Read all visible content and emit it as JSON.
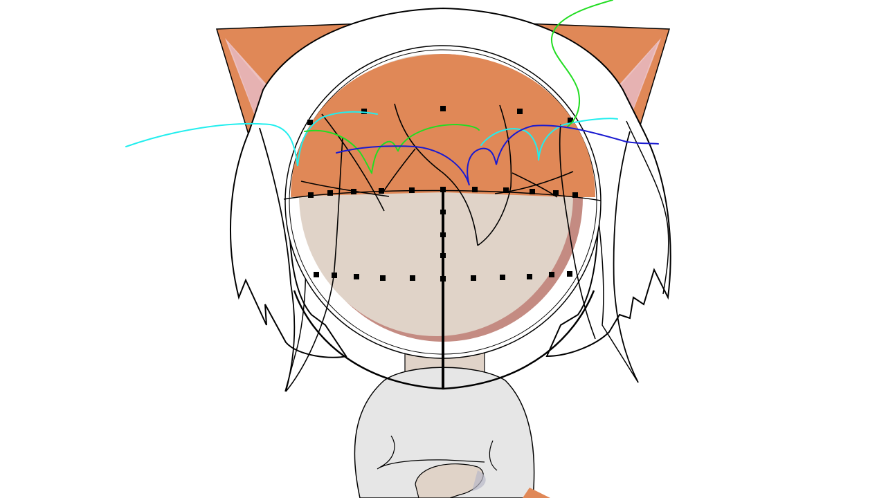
{
  "drawing": {
    "subject": "cat-eared-chibi-head-sketch",
    "colors": {
      "background": "#ffffff",
      "hair_orange": "#e08857",
      "ear_inner_pink": "#e8b8b8",
      "skin": "#e0d3c8",
      "skin_shadow": "#c48b82",
      "shirt": "#e6e6e6",
      "outline": "#000000",
      "guide_cyan": "#22eeee",
      "guide_green": "#22dd22",
      "guide_blue": "#1a1ad0"
    },
    "layers": [
      "ears",
      "hair-outline",
      "head-circle",
      "face",
      "bangs-sketch",
      "guide-dots",
      "center-guide",
      "colored-guide-strokes",
      "body-shirt"
    ]
  }
}
